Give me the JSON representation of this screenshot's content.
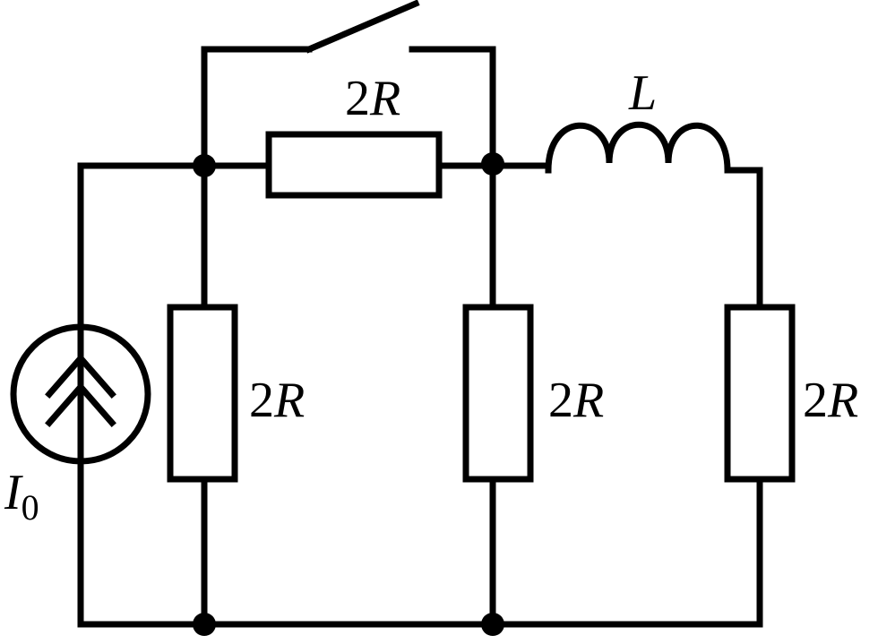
{
  "labels": {
    "r_top_coef": "2",
    "r_top_sym": "R",
    "r_left_coef": "2",
    "r_left_sym": "R",
    "r_mid_coef": "2",
    "r_mid_sym": "R",
    "r_right_coef": "2",
    "r_right_sym": "R",
    "inductor": "L",
    "source_sym": "I",
    "source_sub": "0"
  },
  "colors": {
    "ink": "#000000",
    "background": "#ffffff"
  },
  "components": [
    {
      "type": "current-source",
      "label": "I0"
    },
    {
      "type": "resistor",
      "label": "2R",
      "position": "top"
    },
    {
      "type": "resistor",
      "label": "2R",
      "position": "left"
    },
    {
      "type": "resistor",
      "label": "2R",
      "position": "middle"
    },
    {
      "type": "resistor",
      "label": "2R",
      "position": "right"
    },
    {
      "type": "inductor",
      "label": "L"
    },
    {
      "type": "switch",
      "state": "open"
    }
  ]
}
